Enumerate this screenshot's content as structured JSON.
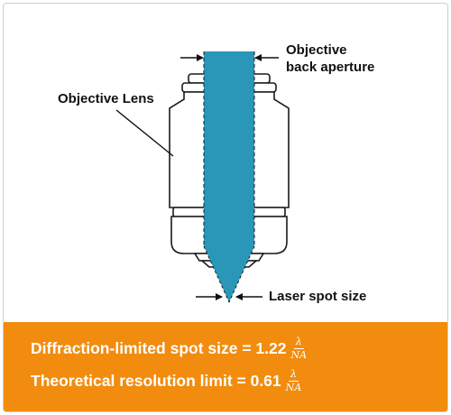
{
  "labels": {
    "objective_back_aperture": [
      "Objective",
      "back aperture"
    ],
    "objective_lens": "Objective Lens",
    "laser_spot_size": "Laser spot size"
  },
  "equations": [
    {
      "text": "Diffraction-limited spot size = 1.22",
      "numerator": "λ",
      "denominator": "NA"
    },
    {
      "text": "Theoretical resolution limit = 0.61",
      "numerator": "λ",
      "denominator": "NA"
    }
  ],
  "colors": {
    "banner": "#f28c0e",
    "beam": "#2a97b8",
    "outline": "#1a1a1a",
    "text": "#111111",
    "banner_text": "#ffffff"
  }
}
